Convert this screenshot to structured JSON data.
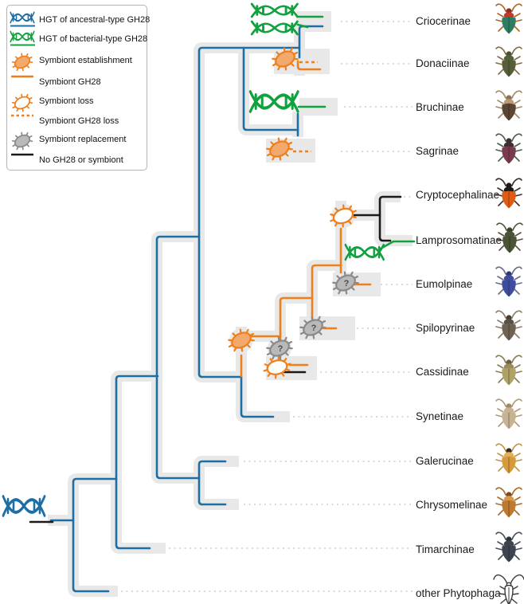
{
  "colors": {
    "blue": "#1e6ea6",
    "green": "#12a13f",
    "orange": "#ef7f1a",
    "orange_fill": "#f2a96e",
    "black": "#1a1a1a",
    "band": "#e8e8e8",
    "leader": "#c8ced4",
    "graybact": "#b9b9b9",
    "graybact_s": "#8a8a8a"
  },
  "legend": {
    "items": [
      {
        "icon": "dna-blue-icon",
        "label": "HGT of ancestral-type GH28"
      },
      {
        "icon": "dna-green-icon",
        "label": "HGT of bacterial-type GH28"
      },
      {
        "icon": "symbiont-filled-icon",
        "label": "Symbiont establishment"
      },
      {
        "icon": "orange-line-icon",
        "label": "Symbiont GH28"
      },
      {
        "icon": "symbiont-outline-icon",
        "label": "Symbiont loss"
      },
      {
        "icon": "orange-dashed-icon",
        "label": "Symbiont GH28 loss"
      },
      {
        "icon": "symbiont-gray-icon",
        "label": "Symbiont replacement"
      },
      {
        "icon": "black-line-icon",
        "label": "No GH28 or symbiont"
      }
    ]
  },
  "root_events": [
    "no-gh28-or-symbiont",
    "hgt-ancestral-type-gh28"
  ],
  "internal_events": [
    {
      "clade": "Cassidinae+Cryptocephalinae+Lamprosomatinae+Eumolpinae+Spilopyrinae",
      "event": "symbiont-establishment"
    },
    {
      "clade": "Cryptocephalinae+Lamprosomatinae",
      "event": "symbiont-loss"
    }
  ],
  "taxa": [
    {
      "label": "Criocerinae",
      "events": [
        "hgt-bacterial-type-gh28",
        "hgt-bacterial-type-gh28",
        "ancestral-gh28"
      ],
      "beetle": {
        "elytra": "#2e7d62",
        "pronotum": "#c0392b",
        "head": "#8b2f23",
        "legs": "#b5651d"
      }
    },
    {
      "label": "Donaciinae",
      "events": [
        "symbiont-establishment",
        "symbiont-gh28",
        "symbiont-gh28-loss"
      ],
      "beetle": {
        "elytra": "#55603a",
        "pronotum": "#55603a",
        "head": "#4a5233",
        "legs": "#8a6b42"
      }
    },
    {
      "label": "Bruchinae",
      "events": [
        "hgt-bacterial-type-gh28"
      ],
      "beetle": {
        "elytra": "#5a4632",
        "pronotum": "#b99b72",
        "head": "#8a7355",
        "legs": "#a08a64"
      }
    },
    {
      "label": "Sagrinae",
      "events": [
        "symbiont-establishment",
        "symbiont-gh28-loss"
      ],
      "beetle": {
        "elytra": "#7b3b4e",
        "pronotum": "#3d2f33",
        "head": "#3d2f33",
        "legs": "#4b5e46"
      }
    },
    {
      "label": "Cryptocephalinae",
      "events": [
        "no-gh28-or-symbiont"
      ],
      "beetle": {
        "elytra": "#e05c12",
        "pronotum": "#20191a",
        "head": "#20191a",
        "legs": "#3a2d25"
      }
    },
    {
      "label": "Lamprosomatinae",
      "events": [
        "hgt-bacterial-type-gh28"
      ],
      "beetle": {
        "elytra": "#4a5436",
        "pronotum": "#4a5436",
        "head": "#3a4229",
        "legs": "#5a5242"
      }
    },
    {
      "label": "Eumolpinae",
      "events": [
        "symbiont-replacement",
        "symbiont-gh28"
      ],
      "beetle": {
        "elytra": "#3f4d9e",
        "pronotum": "#3f4d9e",
        "head": "#2e3874",
        "legs": "#6a6a8a"
      }
    },
    {
      "label": "Spilopyrinae",
      "events": [
        "symbiont-replacement",
        "symbiont-gh28"
      ],
      "beetle": {
        "elytra": "#6e6253",
        "pronotum": "#5a5046",
        "head": "#463e36",
        "legs": "#8a7d6a"
      }
    },
    {
      "label": "Cassidinae",
      "events": [
        "symbiont-replacement",
        "symbiont-loss",
        "symbiont-gh28",
        "no-gh28-or-symbiont"
      ],
      "beetle": {
        "elytra": "#b0a168",
        "pronotum": "#9a8c5a",
        "head": "#6b5f3e",
        "legs": "#8a7c52"
      }
    },
    {
      "label": "Synetinae",
      "events": [],
      "beetle": {
        "elytra": "#c7b292",
        "pronotum": "#c7b292",
        "head": "#a08a64",
        "legs": "#b09a74"
      }
    },
    {
      "label": "Galerucinae",
      "events": [],
      "beetle": {
        "elytra": "#d69a3c",
        "pronotum": "#e0b05a",
        "head": "#3a2d1d",
        "legs": "#c29543"
      }
    },
    {
      "label": "Chrysomelinae",
      "events": [],
      "beetle": {
        "elytra": "#c07a30",
        "pronotum": "#d89a48",
        "head": "#7a4a20",
        "legs": "#a86a28"
      }
    },
    {
      "label": "Timarchinae",
      "events": [],
      "beetle": {
        "elytra": "#3d4450",
        "pronotum": "#3d4450",
        "head": "#2b303a",
        "legs": "#4a505c"
      }
    },
    {
      "label": "other Phytophaga",
      "events": [],
      "beetle": {
        "style": "outline"
      }
    }
  ]
}
